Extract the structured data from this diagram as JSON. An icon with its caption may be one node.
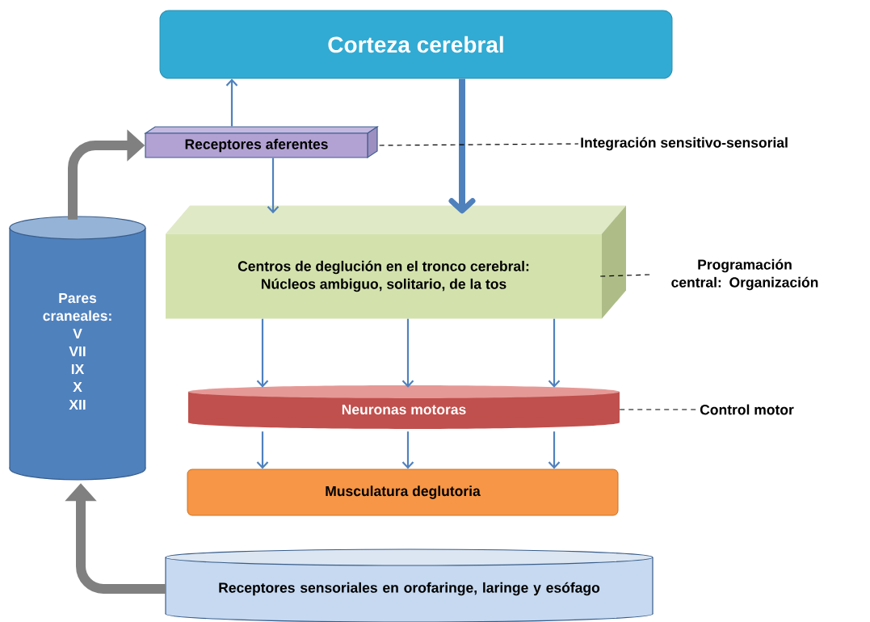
{
  "diagram": {
    "nodes": [
      {
        "text": [
          "Corteza cerebral"
        ]
      },
      {
        "text": [
          "Receptores aferentes"
        ]
      },
      {
        "text": [
          "Centros de deglución en el tronco cerebral:",
          "Núcleos ambiguo, solitario, de la tos"
        ]
      },
      {
        "text": [
          "Neuronas motoras"
        ]
      },
      {
        "text": [
          "Musculatura deglutoria"
        ]
      },
      {
        "text": [
          "Pares craneales:",
          "V",
          "VII",
          "IX",
          "X",
          "XII"
        ]
      },
      {
        "text": [
          "Receptores sensoriales en orofaringe, laringe y esófago"
        ]
      },
      {
        "text": [
          "Integración sensitivo-sensorial"
        ]
      },
      {
        "text": [
          "Programación central: Organización"
        ]
      },
      {
        "text": [
          "Control motor"
        ]
      }
    ],
    "edges": [
      {
        "from": 1,
        "to": 0,
        "arrow": "to"
      },
      {
        "from": 0,
        "to": 2,
        "arrow": "to",
        "style": "thick"
      },
      {
        "from": 1,
        "to": 2,
        "arrow": "to"
      },
      {
        "from": 2,
        "to": 3,
        "arrow": "to"
      },
      {
        "from": 2,
        "to": 3,
        "arrow": "to"
      },
      {
        "from": 2,
        "to": 3,
        "arrow": "to"
      },
      {
        "from": 3,
        "to": 4,
        "arrow": "to"
      },
      {
        "from": 3,
        "to": 4,
        "arrow": "to"
      },
      {
        "from": 3,
        "to": 4,
        "arrow": "to"
      },
      {
        "from": 5,
        "to": 1,
        "arrow": "to",
        "style": "thick",
        "color": "#808080"
      },
      {
        "from": 6,
        "to": 5,
        "arrow": "to",
        "style": "thick",
        "color": "#808080"
      },
      {
        "from": 1,
        "to": 7,
        "arrow": "none",
        "style": "dashed",
        "color": "#000000"
      },
      {
        "from": 2,
        "to": 8,
        "arrow": "none",
        "style": "dashed",
        "color": "#000000"
      },
      {
        "from": 3,
        "to": 9,
        "arrow": "none",
        "style": "dashed",
        "color": "#000000"
      }
    ]
  }
}
